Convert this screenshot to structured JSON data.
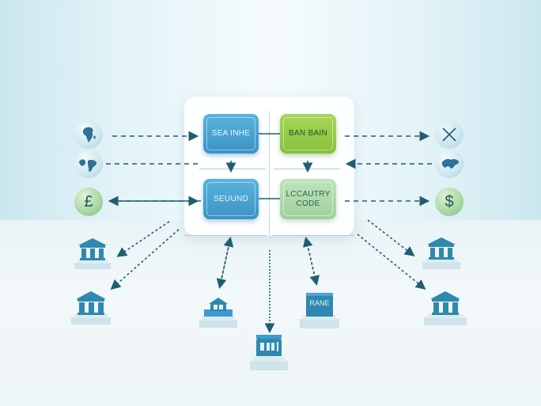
{
  "diagram": {
    "type": "network-flow",
    "central_panel": {
      "nodes": [
        {
          "id": "top-left",
          "label": "SEA INHE",
          "color": "#4aa5d6"
        },
        {
          "id": "top-right",
          "label": "BAN BAIN",
          "color": "#97cb4a"
        },
        {
          "id": "bottom-left",
          "label": "SEUUND",
          "color": "#4aa5d6"
        },
        {
          "id": "bottom-right",
          "label_line1": "LCCAUTRY",
          "label_line2": "CODE",
          "color": "#aedbab"
        }
      ]
    },
    "left_icons": [
      {
        "icon": "globe-africa-icon"
      },
      {
        "icon": "globe-americas-icon"
      },
      {
        "icon": "pound-currency-icon",
        "glyph": "£"
      }
    ],
    "right_icons": [
      {
        "icon": "close-x-icon",
        "glyph": "✕"
      },
      {
        "icon": "globe-asia-icon"
      },
      {
        "icon": "dollar-currency-icon",
        "glyph": "$"
      }
    ],
    "buildings": [
      {
        "id": "bank-left-upper",
        "icon": "bank-icon"
      },
      {
        "id": "bank-left-lower",
        "icon": "bank-icon"
      },
      {
        "id": "house-center-left",
        "icon": "house-icon"
      },
      {
        "id": "kiosk-bottom-center",
        "icon": "kiosk-icon"
      },
      {
        "id": "box-center-right",
        "icon": "box-icon",
        "label": "RANE"
      },
      {
        "id": "bank-right-upper",
        "icon": "bank-icon"
      },
      {
        "id": "bank-right-lower",
        "icon": "bank-icon"
      }
    ],
    "colors": {
      "arrow": "#1f5f70",
      "background_edge": "#cbe7ee",
      "background_center": "#f5fbfd"
    }
  }
}
